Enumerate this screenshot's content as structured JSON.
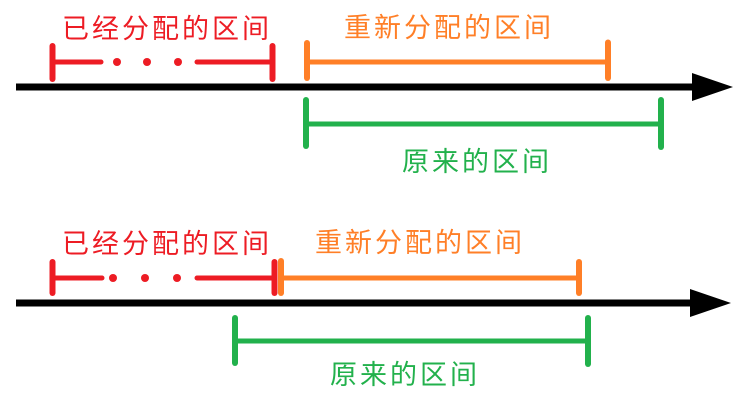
{
  "colors": {
    "red": "#ED1C24",
    "orange": "#FF7F27",
    "green": "#22B14C",
    "black": "#000000",
    "bg": "#FFFFFF"
  },
  "top_diagram": {
    "allocated_label": "已经分配的区间",
    "reallocated_label": "重新分配的区间",
    "original_label": "原来的区间"
  },
  "bottom_diagram": {
    "allocated_label": "已经分配的区间",
    "reallocated_label": "重新分配的区间",
    "original_label": "原来的区间"
  }
}
